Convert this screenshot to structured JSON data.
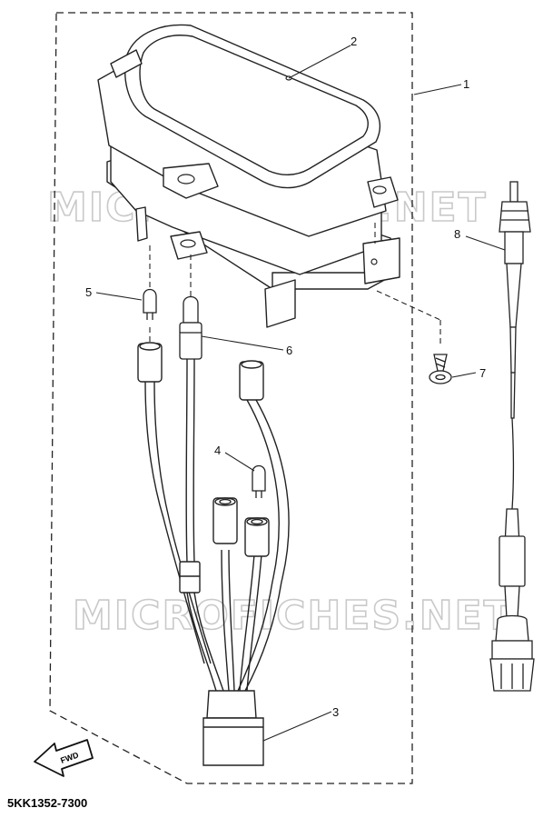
{
  "diagram": {
    "callouts": [
      "1",
      "2",
      "3",
      "4",
      "5",
      "6",
      "7",
      "8"
    ],
    "watermark": "MICROFICHES.NET",
    "fwd_label": "FWD",
    "part_number": "5KK1352-7300"
  }
}
